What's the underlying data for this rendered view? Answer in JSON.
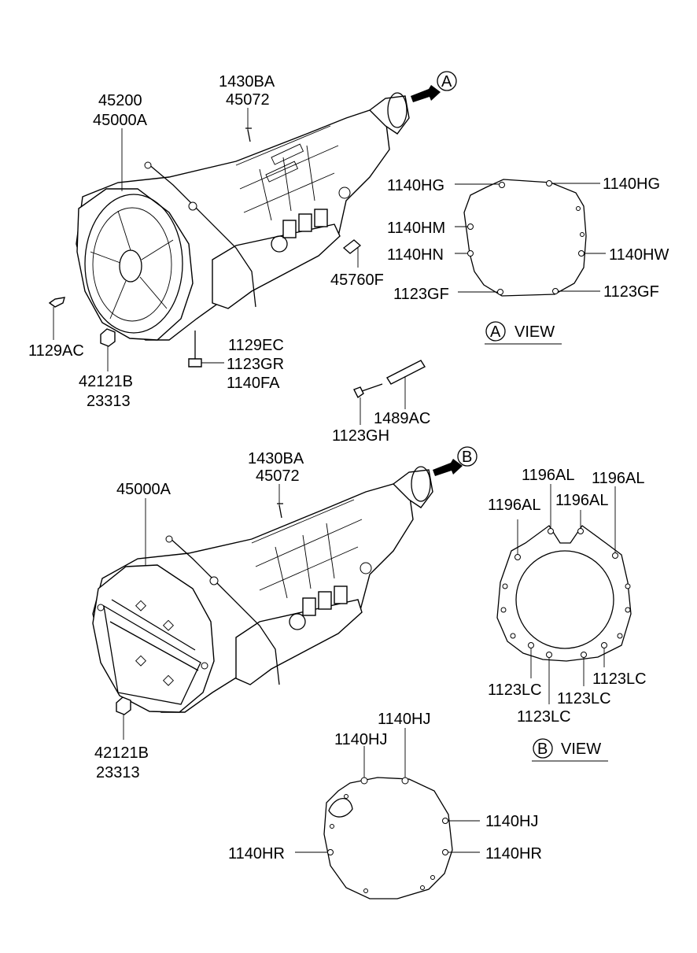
{
  "labels": {
    "top_45200": "45200",
    "top_45000A": "45000A",
    "top_1430BA": "1430BA",
    "top_45072": "45072",
    "top_45760F": "45760F",
    "top_1129AC": "1129AC",
    "top_42121B": "42121B",
    "top_23313": "23313",
    "top_1129EC": "1129EC",
    "top_1123GR": "1123GR",
    "top_1140FA": "1140FA",
    "mid_1489AC": "1489AC",
    "mid_1123GH": "1123GH",
    "bot_1430BA": "1430BA",
    "bot_45072": "45072",
    "bot_45000A": "45000A",
    "bot_42121B": "42121B",
    "bot_23313": "23313"
  },
  "view_a": {
    "marker": "A",
    "caption": "VIEW",
    "labels": {
      "hg_left": "1140HG",
      "hg_right": "1140HG",
      "hm": "1140HM",
      "hn": "1140HN",
      "hw": "1140HW",
      "gf_left": "1123GF",
      "gf_right": "1123GF"
    }
  },
  "view_b": {
    "marker": "B",
    "caption": "VIEW",
    "labels": {
      "al_1": "1196AL",
      "al_2": "1196AL",
      "al_3": "1196AL",
      "al_4": "1196AL",
      "lc_1": "1123LC",
      "lc_2": "1123LC",
      "lc_3": "1123LC",
      "lc_4": "1123LC"
    }
  },
  "bottom_plate": {
    "labels": {
      "hj_1": "1140HJ",
      "hj_2": "1140HJ",
      "hj_3": "1140HJ",
      "hr_left": "1140HR",
      "hr_right": "1140HR"
    }
  }
}
